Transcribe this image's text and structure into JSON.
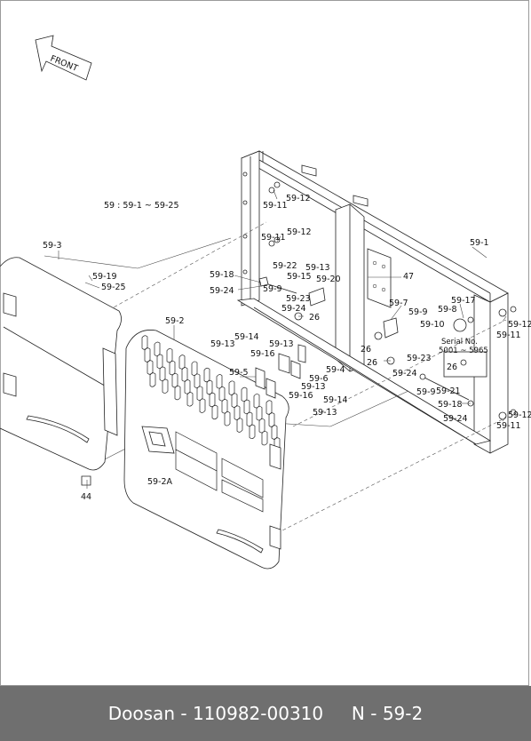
{
  "orientation": {
    "label": "FRONT"
  },
  "group_note": "59 : 59-1 ~ 59-25",
  "serial_box": {
    "title": "Serial No.",
    "range": "5001 ~ 5965",
    "part": "26"
  },
  "callouts": {
    "c59_3": "59-3",
    "c59_19": "59-19",
    "c59_25": "59-25",
    "c59_2": "59-2",
    "c59_2a": "59-2A",
    "c44": "44",
    "c59_11a": "59-11",
    "c59_12a": "59-12",
    "c59_11b": "59-11",
    "c59_12b": "59-12",
    "c59_18a": "59-18",
    "c59_22": "59-22",
    "c59_24a": "59-24",
    "c59_9a": "59-9",
    "c59_15": "59-15",
    "c59_13a": "59-13",
    "c59_20": "59-20",
    "c59_23a": "59-23",
    "c59_24b": "59-24",
    "c26a": "26",
    "c47": "47",
    "c59_1": "59-1",
    "c59_7": "59-7",
    "c59_9b": "59-9",
    "c59_10": "59-10",
    "c26b": "26",
    "c59_17": "59-17",
    "c59_8": "59-8",
    "c59_12c": "59-12",
    "c59_11c": "59-11",
    "c59_14a": "59-14",
    "c59_13b": "59-13",
    "c59_16a": "59-16",
    "c59_5": "59-5",
    "c59_4": "59-4",
    "c59_6": "59-6",
    "c59_13c": "59-13",
    "c59_16b": "59-16",
    "c59_14b": "59-14",
    "c59_13d": "59-13",
    "c26c": "26",
    "c59_23b": "59-23",
    "c59_24c": "59-24",
    "c59_9c": "59-9",
    "c59_21": "59-21",
    "c59_18b": "59-18",
    "c59_24d": "59-24",
    "c59_12d": "59-12",
    "c59_11d": "59-11"
  },
  "footer": {
    "brand": "Doosan",
    "part_number": "110982-00310",
    "page_ref": "N - 59-2"
  }
}
